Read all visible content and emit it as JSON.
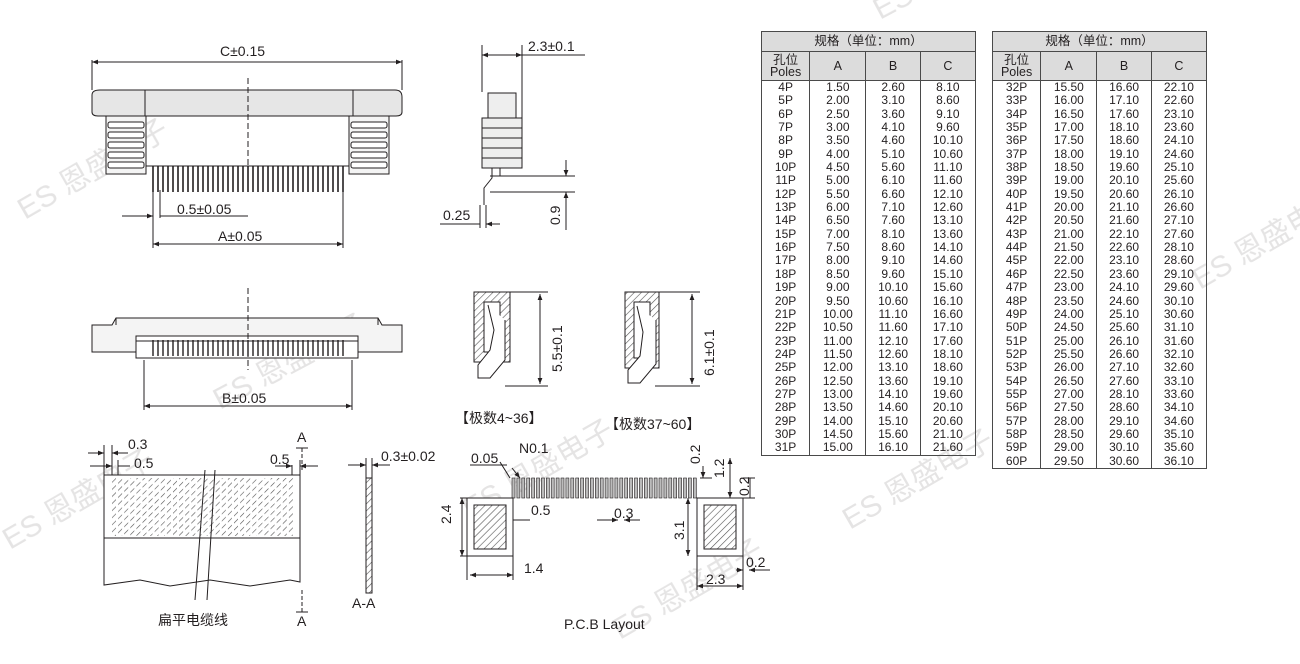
{
  "watermark": "ES 恩盛电子",
  "dims": {
    "c": "C±0.15",
    "pitch": "0.5±0.05",
    "a": "A±0.05",
    "b": "B±0.05",
    "height": "2.3±0.1",
    "d025": "0.25",
    "d09": "0.9",
    "h1": "5.5±0.1",
    "h2": "6.1±0.1",
    "t03": "0.3",
    "t05": "0.5",
    "t05b": "0.5",
    "sectA1": "A",
    "sectA2": "A",
    "thick": "0.3±0.02",
    "n01": "N0.1",
    "p005": "0.05",
    "p02": "0.2",
    "p12": "1.2",
    "p02b": "0.2",
    "p24": "2.4",
    "p05": "0.5",
    "p03": "0.3",
    "p31": "3.1",
    "p14": "1.4",
    "p02c": "0.2",
    "p23": "2.3"
  },
  "captions": {
    "range1": "【极数4~36】",
    "range2": "【极数37~60】",
    "cable": "扁平电缆线",
    "section": "A-A",
    "pcb": "P.C.B Layout"
  },
  "tables": [
    {
      "title": "规格（单位：mm）",
      "headers": [
        "孔位\nPoles",
        "A",
        "B",
        "C"
      ],
      "rows": [
        [
          "4P",
          "1.50",
          "2.60",
          "8.10"
        ],
        [
          "5P",
          "2.00",
          "3.10",
          "8.60"
        ],
        [
          "6P",
          "2.50",
          "3.60",
          "9.10"
        ],
        [
          "7P",
          "3.00",
          "4.10",
          "9.60"
        ],
        [
          "8P",
          "3.50",
          "4.60",
          "10.10"
        ],
        [
          "9P",
          "4.00",
          "5.10",
          "10.60"
        ],
        [
          "10P",
          "4.50",
          "5.60",
          "11.10"
        ],
        [
          "11P",
          "5.00",
          "6.10",
          "11.60"
        ],
        [
          "12P",
          "5.50",
          "6.60",
          "12.10"
        ],
        [
          "13P",
          "6.00",
          "7.10",
          "12.60"
        ],
        [
          "14P",
          "6.50",
          "7.60",
          "13.10"
        ],
        [
          "15P",
          "7.00",
          "8.10",
          "13.60"
        ],
        [
          "16P",
          "7.50",
          "8.60",
          "14.10"
        ],
        [
          "17P",
          "8.00",
          "9.10",
          "14.60"
        ],
        [
          "18P",
          "8.50",
          "9.60",
          "15.10"
        ],
        [
          "19P",
          "9.00",
          "10.10",
          "15.60"
        ],
        [
          "20P",
          "9.50",
          "10.60",
          "16.10"
        ],
        [
          "21P",
          "10.00",
          "11.10",
          "16.60"
        ],
        [
          "22P",
          "10.50",
          "11.60",
          "17.10"
        ],
        [
          "23P",
          "11.00",
          "12.10",
          "17.60"
        ],
        [
          "24P",
          "11.50",
          "12.60",
          "18.10"
        ],
        [
          "25P",
          "12.00",
          "13.10",
          "18.60"
        ],
        [
          "26P",
          "12.50",
          "13.60",
          "19.10"
        ],
        [
          "27P",
          "13.00",
          "14.10",
          "19.60"
        ],
        [
          "28P",
          "13.50",
          "14.60",
          "20.10"
        ],
        [
          "29P",
          "14.00",
          "15.10",
          "20.60"
        ],
        [
          "30P",
          "14.50",
          "15.60",
          "21.10"
        ],
        [
          "31P",
          "15.00",
          "16.10",
          "21.60"
        ]
      ]
    },
    {
      "title": "规格（单位：mm）",
      "headers": [
        "孔位\nPoles",
        "A",
        "B",
        "C"
      ],
      "rows": [
        [
          "32P",
          "15.50",
          "16.60",
          "22.10"
        ],
        [
          "33P",
          "16.00",
          "17.10",
          "22.60"
        ],
        [
          "34P",
          "16.50",
          "17.60",
          "23.10"
        ],
        [
          "35P",
          "17.00",
          "18.10",
          "23.60"
        ],
        [
          "36P",
          "17.50",
          "18.60",
          "24.10"
        ],
        [
          "37P",
          "18.00",
          "19.10",
          "24.60"
        ],
        [
          "38P",
          "18.50",
          "19.60",
          "25.10"
        ],
        [
          "39P",
          "19.00",
          "20.10",
          "25.60"
        ],
        [
          "40P",
          "19.50",
          "20.60",
          "26.10"
        ],
        [
          "41P",
          "20.00",
          "21.10",
          "26.60"
        ],
        [
          "42P",
          "20.50",
          "21.60",
          "27.10"
        ],
        [
          "43P",
          "21.00",
          "22.10",
          "27.60"
        ],
        [
          "44P",
          "21.50",
          "22.60",
          "28.10"
        ],
        [
          "45P",
          "22.00",
          "23.10",
          "28.60"
        ],
        [
          "46P",
          "22.50",
          "23.60",
          "29.10"
        ],
        [
          "47P",
          "23.00",
          "24.10",
          "29.60"
        ],
        [
          "48P",
          "23.50",
          "24.60",
          "30.10"
        ],
        [
          "49P",
          "24.00",
          "25.10",
          "30.60"
        ],
        [
          "50P",
          "24.50",
          "25.60",
          "31.10"
        ],
        [
          "51P",
          "25.00",
          "26.10",
          "31.60"
        ],
        [
          "52P",
          "25.50",
          "26.60",
          "32.10"
        ],
        [
          "53P",
          "26.00",
          "27.10",
          "32.60"
        ],
        [
          "54P",
          "26.50",
          "27.60",
          "33.10"
        ],
        [
          "55P",
          "27.00",
          "28.10",
          "33.60"
        ],
        [
          "56P",
          "27.50",
          "28.60",
          "34.10"
        ],
        [
          "57P",
          "28.00",
          "29.10",
          "34.60"
        ],
        [
          "58P",
          "28.50",
          "29.60",
          "35.10"
        ],
        [
          "59P",
          "29.00",
          "30.10",
          "35.60"
        ],
        [
          "60P",
          "29.50",
          "30.60",
          "36.10"
        ]
      ]
    }
  ]
}
